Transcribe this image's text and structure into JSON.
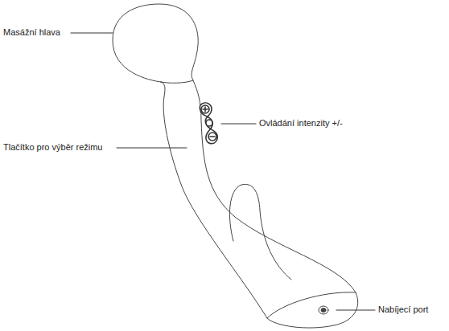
{
  "diagram": {
    "labels": [
      "Masážní hlava",
      "Tlačítko pro výběr režimu",
      "Ovládání intenzity +/-",
      "Nabíjecí port"
    ]
  }
}
